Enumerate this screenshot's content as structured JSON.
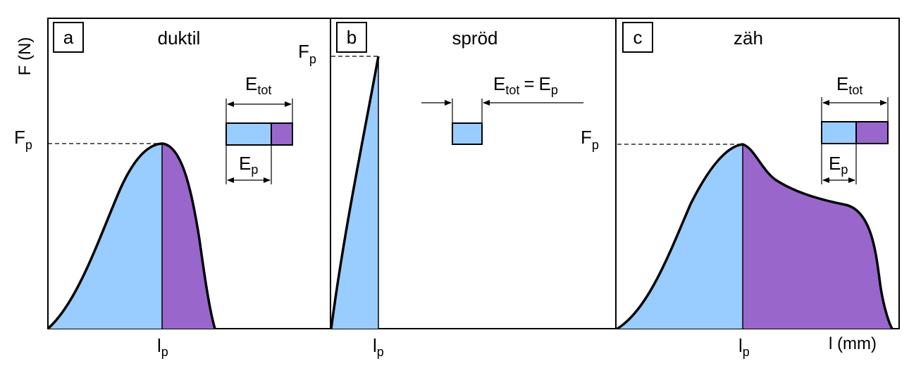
{
  "colors": {
    "elastic": "#99ccff",
    "fracture": "#9966cc",
    "line": "#000000",
    "background": "#ffffff"
  },
  "y_axis_label": "F (N)",
  "x_axis_label": "l (mm)",
  "symbols": {
    "force": "F",
    "force_sub": "p",
    "length": "l",
    "length_sub": "p",
    "energy": "E",
    "total_sub": "tot",
    "partial_sub": "p",
    "equals": "="
  },
  "panels": [
    {
      "letter": "a",
      "title": "duktil"
    },
    {
      "letter": "b",
      "title": "spröd"
    },
    {
      "letter": "c",
      "title": "zäh"
    }
  ]
}
